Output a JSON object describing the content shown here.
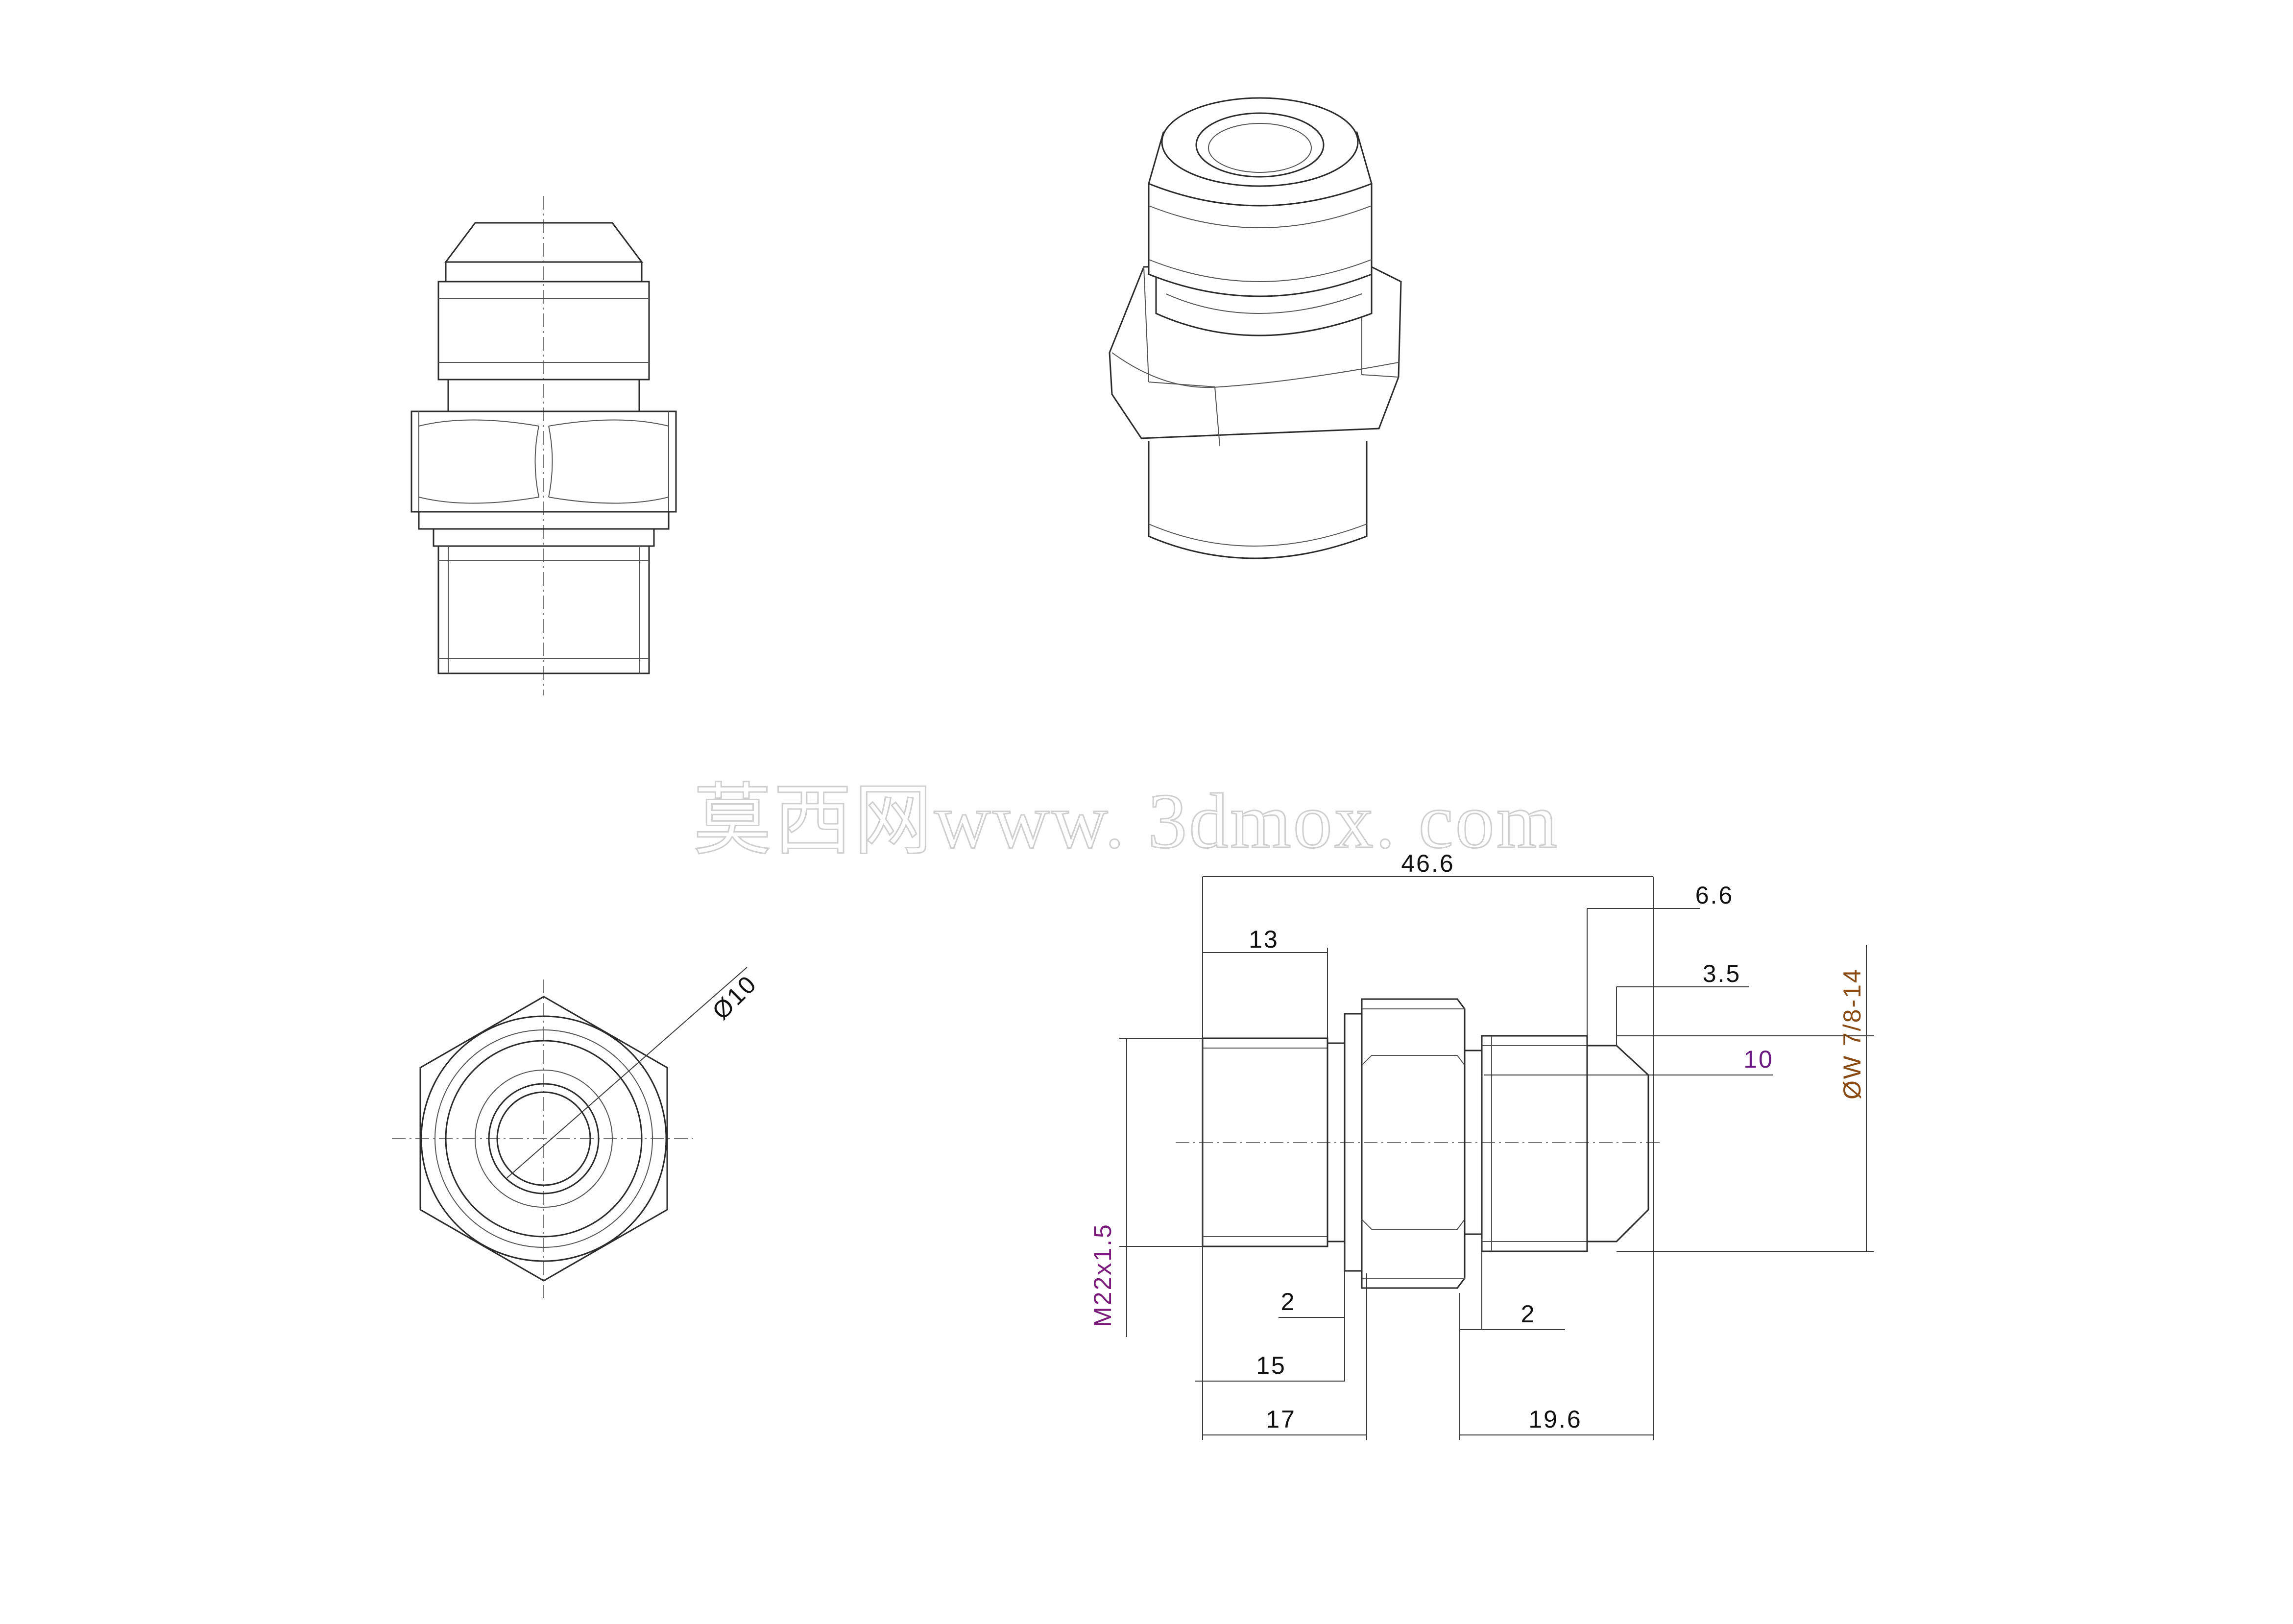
{
  "watermark": "莫西网www. 3dmox. com",
  "dimensions": {
    "overall_length": "46.6",
    "nose_length": "6.6",
    "taper_length": "3.5",
    "bore_diameter": "10",
    "thread_right": "ØW 7/8-14",
    "thread_left": "M22x1.5",
    "left_body": "13",
    "groove_left": "2",
    "collar_position": "15",
    "hex_position": "17",
    "groove_right": "2",
    "right_body": "19.6",
    "end_bore": "Ø10"
  },
  "colors": {
    "lines": "#2b2b2b",
    "thread_metric": "#7a1a7a",
    "thread_unified": "#8a4a14",
    "bore_label": "#6a1a80"
  }
}
